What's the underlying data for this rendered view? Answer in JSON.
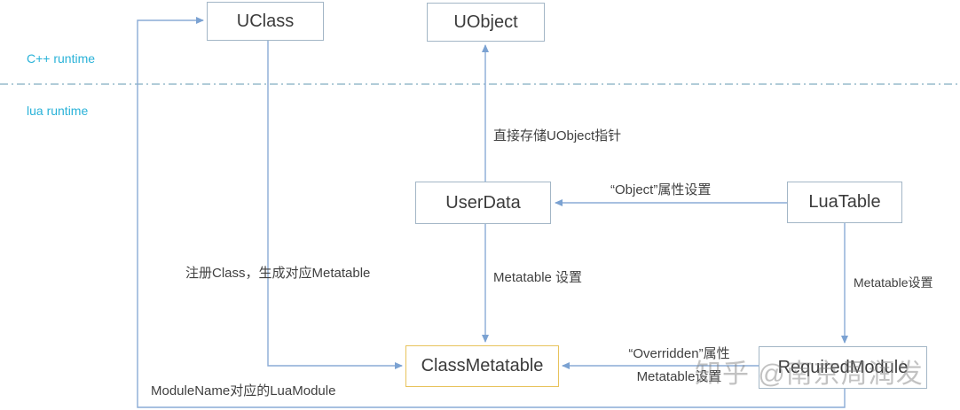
{
  "runtime_zones": {
    "cpp_label": "C++ runtime",
    "lua_label": "lua runtime"
  },
  "nodes": {
    "uclass": "UClass",
    "uobject": "UObject",
    "userdata": "UserData",
    "luatable": "LuaTable",
    "class_metatable": "ClassMetatable",
    "required_module": "RequiredModule"
  },
  "edges": [
    {
      "from": "UserData",
      "to": "UObject",
      "label": "直接存储UObject指针"
    },
    {
      "from": "LuaTable",
      "to": "UserData",
      "label": "“Object”属性设置"
    },
    {
      "from": "LuaTable",
      "to": "RequiredModule",
      "label": "Metatable设置"
    },
    {
      "from": "RequiredModule",
      "to": "ClassMetatable",
      "label": "“Overridden”属性 Metatable设置"
    },
    {
      "from": "UserData",
      "to": "ClassMetatable",
      "label": "Metatable 设置"
    },
    {
      "from": "UClass",
      "to": "ClassMetatable",
      "label": "注册Class，生成对应Metatable"
    },
    {
      "from": "RequiredModule",
      "to": "UClass",
      "label": "ModuleName对应的LuaModule"
    }
  ],
  "labels": {
    "store_uobject": "直接存储UObject指针",
    "object_attr": "“Object”属性设置",
    "userdata_metatable": "Metatable 设置",
    "luatable_metatable": "Metatable设置",
    "register_class": "注册Class，生成对应Metatable",
    "overridden_line1": "“Overridden”属性",
    "overridden_line2": "Metatable设置",
    "module_name": "ModuleName对应的LuaModule"
  },
  "watermark": "知乎 @南京周润发",
  "colors": {
    "wire": "#8aabd6",
    "box_border": "#a3b6c6",
    "highlight_border": "#e8c35c",
    "runtime_text": "#29b2d8",
    "divider": "#97bccc",
    "watermark": "#808080",
    "text": "#404040"
  }
}
